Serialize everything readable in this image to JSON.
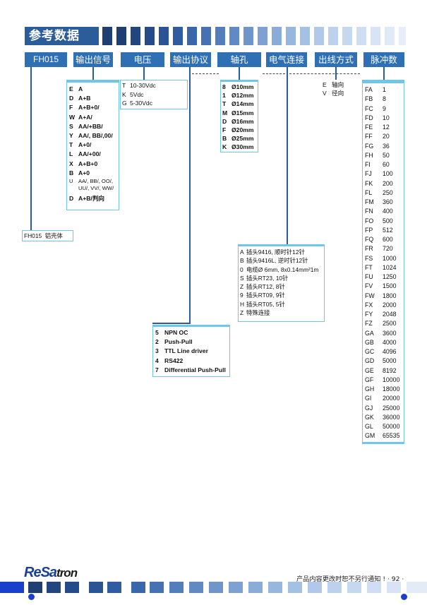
{
  "header": {
    "title": "参考数据"
  },
  "tabs": {
    "model": "FH015",
    "signal": "输出信号",
    "voltage": "电压",
    "protocol": "输出协议",
    "shaft": "轴孔",
    "connection": "电气连接",
    "outdir": "出线方式",
    "pulse": "脉冲数"
  },
  "body_box": {
    "code": "FH015",
    "label": "铝壳体"
  },
  "signal_options": [
    {
      "k": "E",
      "v": "A"
    },
    {
      "k": "D",
      "v": "A+B"
    },
    {
      "k": "F",
      "v": "A+B+0/"
    },
    {
      "k": "W",
      "v": "A+A/"
    },
    {
      "k": "S",
      "v": "AA/+BB/"
    },
    {
      "k": "Y",
      "v": "AA/, BB/,00/"
    },
    {
      "k": "T",
      "v": "A+0/"
    },
    {
      "k": "L",
      "v": "AA/+00/"
    },
    {
      "k": "X",
      "v": "A+B+0"
    },
    {
      "k": "B",
      "v": "A+0"
    },
    {
      "k": "U",
      "v": "AA/, BB/, OO/,\nUU/, VV/, WW/"
    },
    {
      "k": "D",
      "v": "A+B/判向"
    }
  ],
  "voltage_options": [
    {
      "k": "T",
      "v": "10-30Vdc"
    },
    {
      "k": "K",
      "v": "5Vdc"
    },
    {
      "k": "G",
      "v": "5-30Vdc"
    }
  ],
  "shaft_options": [
    {
      "k": "8",
      "v": "Ø10mm"
    },
    {
      "k": "1",
      "v": "Ø12mm"
    },
    {
      "k": "T",
      "v": "Ø14mm"
    },
    {
      "k": "M",
      "v": "Ø15mm"
    },
    {
      "k": "D",
      "v": "Ø16mm"
    },
    {
      "k": "F",
      "v": "Ø20mm"
    },
    {
      "k": "B",
      "v": "Ø25mm"
    },
    {
      "k": "K",
      "v": "Ø30mm"
    }
  ],
  "outdir_options": [
    {
      "k": "E",
      "v": "轴向"
    },
    {
      "k": "V",
      "v": "径向"
    }
  ],
  "connection_options": [
    {
      "k": "A",
      "v": "插头9416, 顺时针12针"
    },
    {
      "k": "B",
      "v": "插头9416L, 逆时针12针"
    },
    {
      "k": "0",
      "v": "电缆Ø 6mm, 8x0.14mm²1m"
    },
    {
      "k": "S",
      "v": "插头RT23, 10针"
    },
    {
      "k": "Z",
      "v": "插头RT12, 8针"
    },
    {
      "k": "9",
      "v": "插头RT09, 9针"
    },
    {
      "k": "H",
      "v": "插头RT05, 5针"
    },
    {
      "k": "Z",
      "v": "特殊连接"
    }
  ],
  "protocol_options": [
    {
      "k": "5",
      "v": "NPN OC"
    },
    {
      "k": "2",
      "v": "Push-Pull"
    },
    {
      "k": "3",
      "v": "TTL Line driver"
    },
    {
      "k": "4",
      "v": "RS422"
    },
    {
      "k": "7",
      "v": "Differential Push-Pull"
    }
  ],
  "pulse_options": [
    {
      "k": "FA",
      "v": "1"
    },
    {
      "k": "FB",
      "v": "8"
    },
    {
      "k": "FC",
      "v": "9"
    },
    {
      "k": "FD",
      "v": "10"
    },
    {
      "k": "FE",
      "v": "12"
    },
    {
      "k": "FF",
      "v": "20"
    },
    {
      "k": "FG",
      "v": "36"
    },
    {
      "k": "FH",
      "v": "50"
    },
    {
      "k": "FI",
      "v": "60"
    },
    {
      "k": "FJ",
      "v": "100"
    },
    {
      "k": "FK",
      "v": "200"
    },
    {
      "k": "FL",
      "v": "250"
    },
    {
      "k": "FM",
      "v": "360"
    },
    {
      "k": "FN",
      "v": "400"
    },
    {
      "k": "FO",
      "v": "500"
    },
    {
      "k": "FP",
      "v": "512"
    },
    {
      "k": "FQ",
      "v": "600"
    },
    {
      "k": "FR",
      "v": "720"
    },
    {
      "k": "FS",
      "v": "1000"
    },
    {
      "k": "FT",
      "v": "1024"
    },
    {
      "k": "FU",
      "v": "1250"
    },
    {
      "k": "FV",
      "v": "1500"
    },
    {
      "k": "FW",
      "v": "1800"
    },
    {
      "k": "FX",
      "v": "2000"
    },
    {
      "k": "FY",
      "v": "2048"
    },
    {
      "k": "FZ",
      "v": "2500"
    },
    {
      "k": "GA",
      "v": "3600"
    },
    {
      "k": "GB",
      "v": "4000"
    },
    {
      "k": "GC",
      "v": "4096"
    },
    {
      "k": "GD",
      "v": "5000"
    },
    {
      "k": "GE",
      "v": "8192"
    },
    {
      "k": "GF",
      "v": "10000"
    },
    {
      "k": "GH",
      "v": "18000"
    },
    {
      "k": "GI",
      "v": "20000"
    },
    {
      "k": "GJ",
      "v": "25000"
    },
    {
      "k": "GK",
      "v": "36000"
    },
    {
      "k": "GL",
      "v": "50000"
    },
    {
      "k": "GM",
      "v": "65535"
    }
  ],
  "footer": {
    "logo_main": "ReSa",
    "logo_tail": "tron",
    "notice": "产品内容更改时恕不另行通知 ! · 92 ·"
  },
  "colors": {
    "brand_blue": "#2a5d9a",
    "tab_blue": "#2f6fb3",
    "box_border": "#6ec6ea",
    "logo_blue": "#1a3f99"
  }
}
